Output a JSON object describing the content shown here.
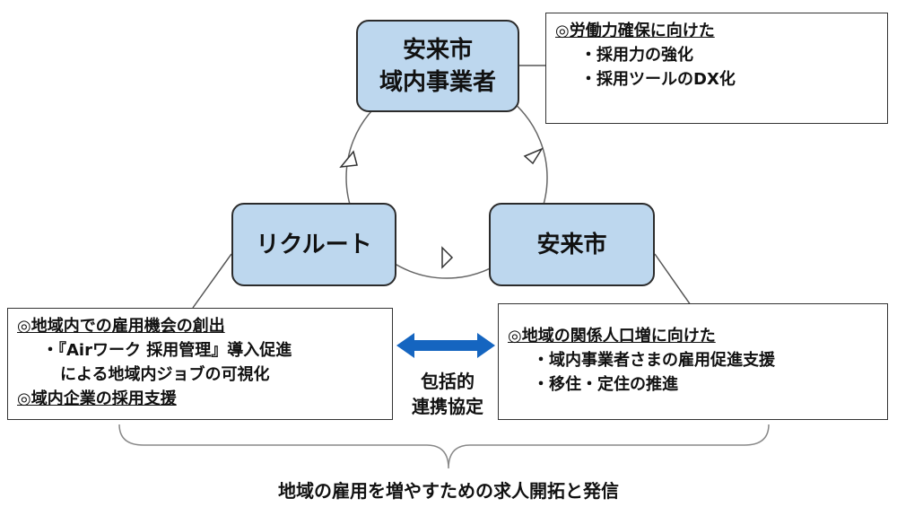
{
  "nodes": {
    "top": {
      "line1": "安来市",
      "line2": "域内事業者"
    },
    "left": {
      "label": "リクルート"
    },
    "right": {
      "label": "安来市"
    }
  },
  "boxes": {
    "top_right": {
      "heading": "◎労働力確保に向けた",
      "items": [
        "・採用力の強化",
        "・採用ツールのDX化"
      ]
    },
    "left": {
      "heading1": "◎地域内での雇用機会の創出",
      "item1_line1": "・『Airワーク 採用管理』導入促進",
      "item1_line2": "による地域内ジョブの可視化",
      "heading2": "◎域内企業の採用支援"
    },
    "right": {
      "heading": "◎地域の関係人口増に向けた",
      "items": [
        "・域内事業者さまの雇用促進支援",
        "・移住・定住の推進"
      ]
    }
  },
  "agreement": {
    "line1": "包括的",
    "line2": "連携協定"
  },
  "footer": {
    "caption": "地域の雇用を増やすための求人開拓と発信"
  },
  "colors": {
    "node_fill": "#bdd7ee",
    "arrow_blue": "#1565c0",
    "line": "#555555"
  }
}
